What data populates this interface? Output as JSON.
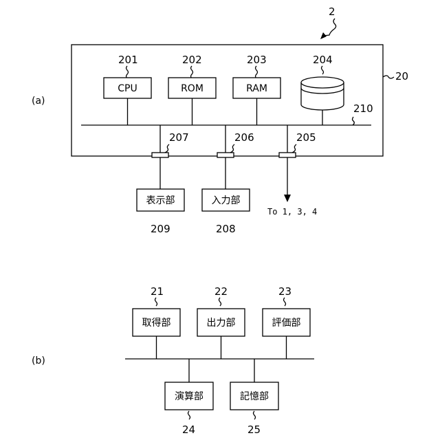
{
  "part_a": {
    "caption": "(a)",
    "device_ref": "2",
    "enclosure_ref": "20",
    "bus_ref": "210",
    "cpu": {
      "ref": "201",
      "label": "CPU"
    },
    "rom": {
      "ref": "202",
      "label": "ROM"
    },
    "ram": {
      "ref": "203",
      "label": "RAM"
    },
    "storage": {
      "ref": "204"
    },
    "interface_207": {
      "ref": "207"
    },
    "interface_206": {
      "ref": "206"
    },
    "interface_205": {
      "ref": "205"
    },
    "display": {
      "ref": "209",
      "label": "表示部"
    },
    "input": {
      "ref": "208",
      "label": "入力部"
    },
    "output_text": "To 1, 3, 4"
  },
  "part_b": {
    "caption": "(b)",
    "acquisition": {
      "ref": "21",
      "label": "取得部"
    },
    "output": {
      "ref": "22",
      "label": "出力部"
    },
    "evaluation": {
      "ref": "23",
      "label": "評価部"
    },
    "calculation": {
      "ref": "24",
      "label": "演算部"
    },
    "storage": {
      "ref": "25",
      "label": "記憶部"
    }
  }
}
